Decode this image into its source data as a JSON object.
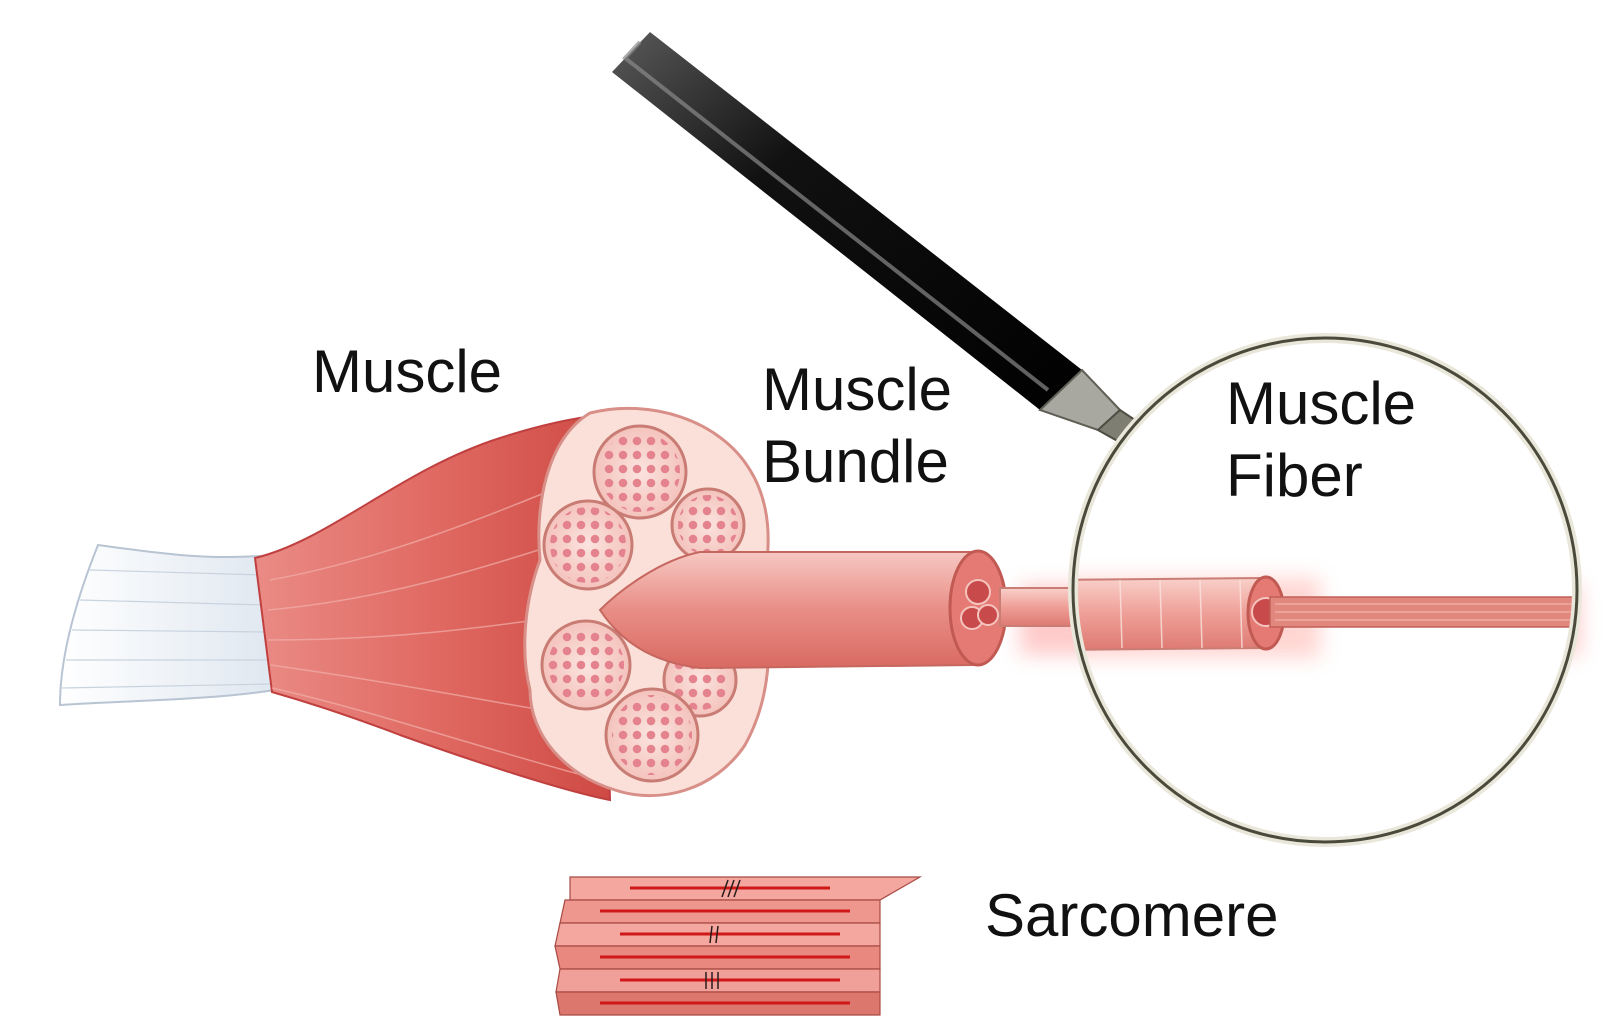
{
  "labels": {
    "muscle": "Muscle",
    "bundle_line1": "Muscle",
    "bundle_line2": "Bundle",
    "fiber_line1": "Muscle",
    "fiber_line2": "Fiber",
    "sarcomere": "Sarcomere"
  },
  "colors": {
    "muscle_red": "#d9534f",
    "muscle_pink": "#f2a5a0",
    "fiber_pink": "#f4b6ae",
    "tendon": "#e8eef5",
    "magnifier_handle": "#1a1a1a",
    "lens_rim": "#4a4a3a",
    "sarcomere_band": "#e8786a",
    "sarcomere_line": "#d01818"
  }
}
